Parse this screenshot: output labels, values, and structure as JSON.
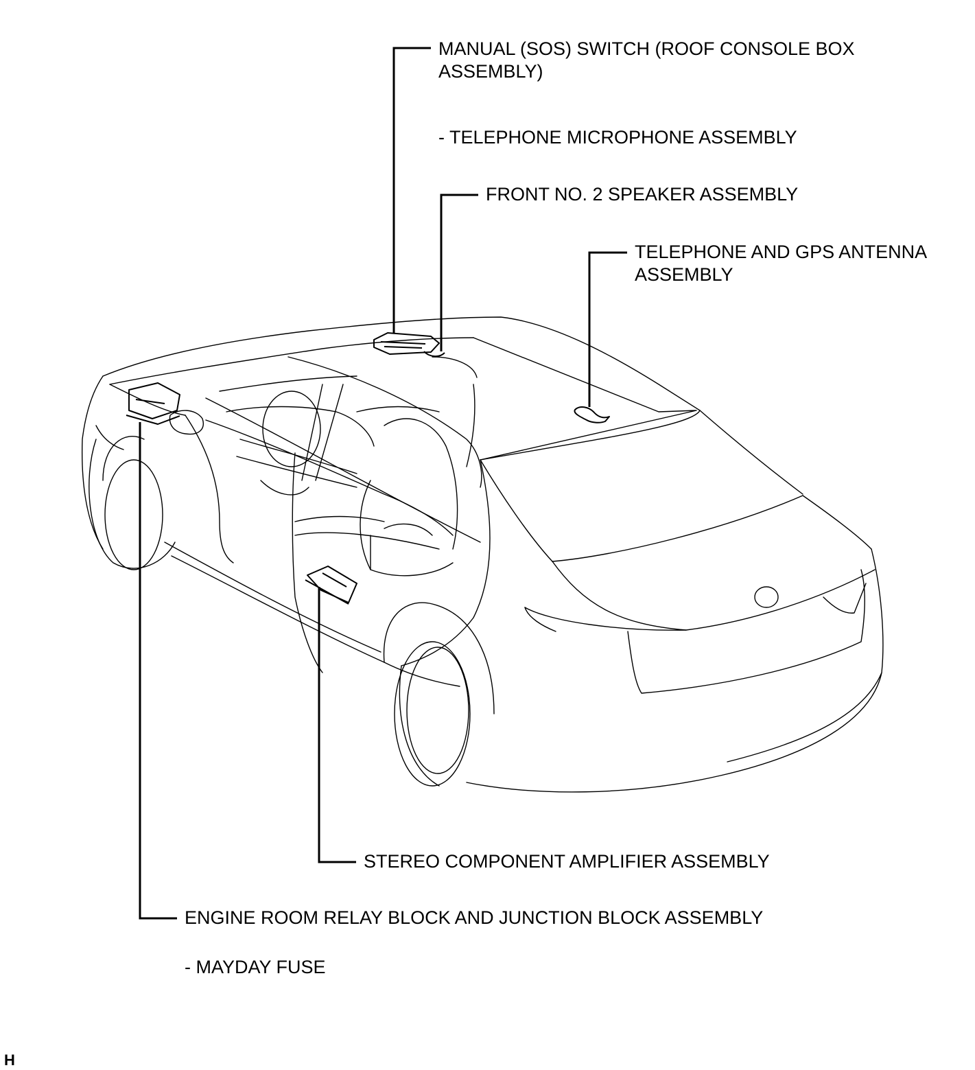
{
  "callouts": {
    "manual_switch": {
      "line1": "MANUAL (SOS) SWITCH (ROOF CONSOLE BOX",
      "line2": "ASSEMBLY)"
    },
    "microphone": {
      "text": "- TELEPHONE MICROPHONE ASSEMBLY"
    },
    "speaker": {
      "text": "FRONT NO. 2 SPEAKER ASSEMBLY"
    },
    "antenna": {
      "line1": "TELEPHONE AND GPS ANTENNA",
      "line2": "ASSEMBLY"
    },
    "amplifier": {
      "text": "STEREO COMPONENT AMPLIFIER ASSEMBLY"
    },
    "relay_block": {
      "text": "ENGINE ROOM RELAY BLOCK AND JUNCTION BLOCK ASSEMBLY"
    },
    "fuse": {
      "text": "- MAYDAY FUSE"
    }
  },
  "corner_mark": "H"
}
